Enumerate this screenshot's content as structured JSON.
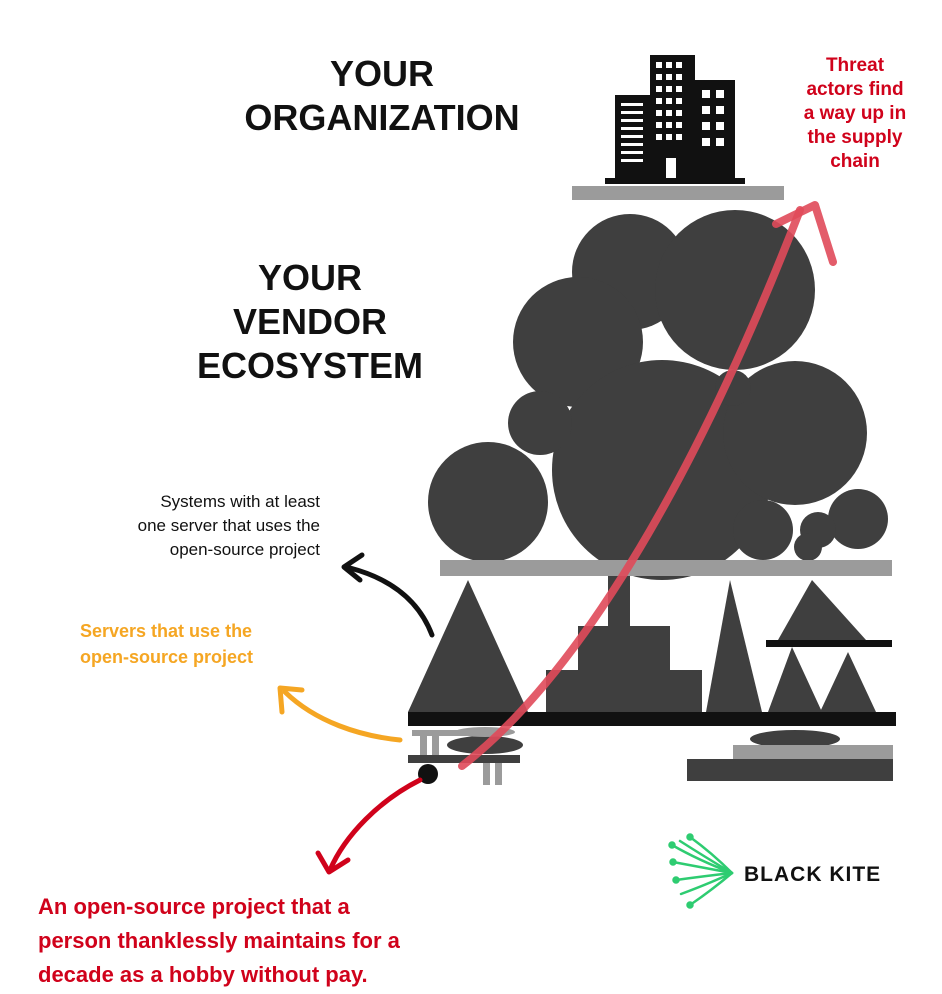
{
  "headings": {
    "organization": [
      "YOUR",
      "ORGANIZATION"
    ],
    "vendor": [
      "YOUR",
      "VENDOR",
      "ECOSYSTEM"
    ]
  },
  "annotations": {
    "threat": [
      "Threat",
      "actors find",
      "a way up in",
      "the supply",
      "chain"
    ],
    "systems": [
      "Systems with at least",
      "one server that uses the",
      "open-source project"
    ],
    "servers": [
      "Servers that use the",
      "open-source project"
    ],
    "project": [
      "An open-source project that a",
      "person thanklessly maintains for a",
      "decade as a hobby without pay."
    ]
  },
  "logo": {
    "text": "BLACK KITE",
    "color": "#2ecc71"
  },
  "colors": {
    "shape_fill": "#3f3f3f",
    "shelf_gray": "#9b9b9b",
    "threat_red": "#d0021b",
    "servers_orange": "#f5a623",
    "ink": "#111111",
    "brand_green": "#2ecc71"
  }
}
